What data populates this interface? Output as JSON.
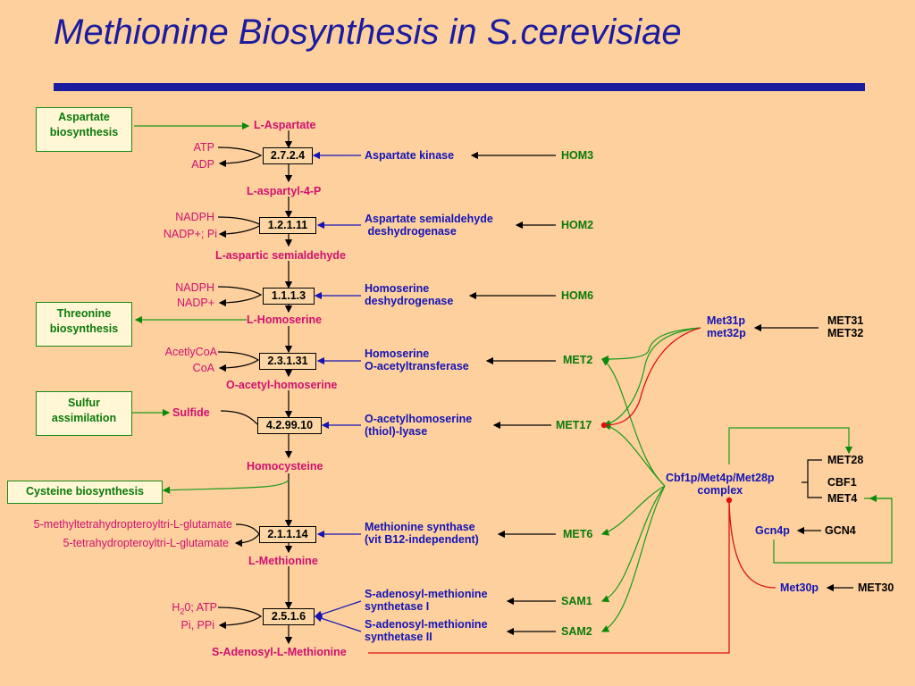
{
  "title": "Methionine Biosynthesis in S.cerevisiae",
  "colors": {
    "background": "#fed09e",
    "title": "#1c1ca0",
    "metabolite": "#d0106e",
    "enzyme": "#1414b4",
    "gene": "#0a7a0a",
    "inhibition": "#e01010"
  },
  "side_boxes": {
    "aspartate": "Aspartate\nbiosynthesis",
    "threonine": "Threonine\nbiosynthesis",
    "sulfur": "Sulfur\nassimilation",
    "cysteine": "Cysteine biosynthesis"
  },
  "metabolites": {
    "l_aspartate": "L-Aspartate",
    "aspartyl_4p": "L-aspartyl-4-P",
    "aspartic_semialdehyde": "L-aspartic semialdehyde",
    "homoserine": "L-Homoserine",
    "o_acetyl_homoserine": "O-acetyl-homoserine",
    "sulfide": "Sulfide",
    "homocysteine": "Homocysteine",
    "methionine": "L-Methionine",
    "sam": "S-Adenosyl-L-Methionine"
  },
  "cofactors": {
    "s1_in": "ATP",
    "s1_out": "ADP",
    "s2_in": "NADPH",
    "s2_out": "NADP+; Pi",
    "s3_in": "NADPH",
    "s3_out": "NADP+",
    "s4_in": "AcetlyCoA",
    "s4_out": "CoA",
    "s6_in": "5-methyltetrahydropteroyltri-L-glutamate",
    "s6_out": "5-tetrahydropteroyltri-L-glutamate",
    "s7_out": "Pi, PPi"
  },
  "ec_numbers": {
    "s1": "2.7.2.4",
    "s2": "1.2.1.11",
    "s3": "1.1.1.3",
    "s4": "2.3.1.31",
    "s5": "4.2.99.10",
    "s6": "2.1.1.14",
    "s7": "2.5.1.6"
  },
  "enzymes": {
    "s1": "Aspartate kinase",
    "s2": "Aspartate semialdehyde\n deshydrogenase",
    "s3": "Homoserine\ndeshydrogenase",
    "s4": "Homoserine\nO-acetyltransferase",
    "s5": "O-acetylhomoserine\n(thiol)-lyase",
    "s6": "Methionine synthase\n(vit B12-independent)",
    "s7a": "S-adenosyl-methionine\nsynthetase I",
    "s7b": "S-adenosyl-methionine\nsynthetase II"
  },
  "genes": {
    "hom3": "HOM3",
    "hom2": "HOM2",
    "hom6": "HOM6",
    "met2": "MET2",
    "met17": "MET17",
    "met6": "MET6",
    "sam1": "SAM1",
    "sam2": "SAM2"
  },
  "regulation": {
    "met31p": "Met31p\nmet32p",
    "met31": "MET31\nMET32",
    "complex": "Cbf1p/Met4p/Met28p\ncomplex",
    "met28": "MET28",
    "cbf1": "CBF1",
    "met4": "MET4",
    "gcn4p": "Gcn4p",
    "gcn4": "GCN4",
    "met30p": "Met30p",
    "met30": "MET30"
  }
}
